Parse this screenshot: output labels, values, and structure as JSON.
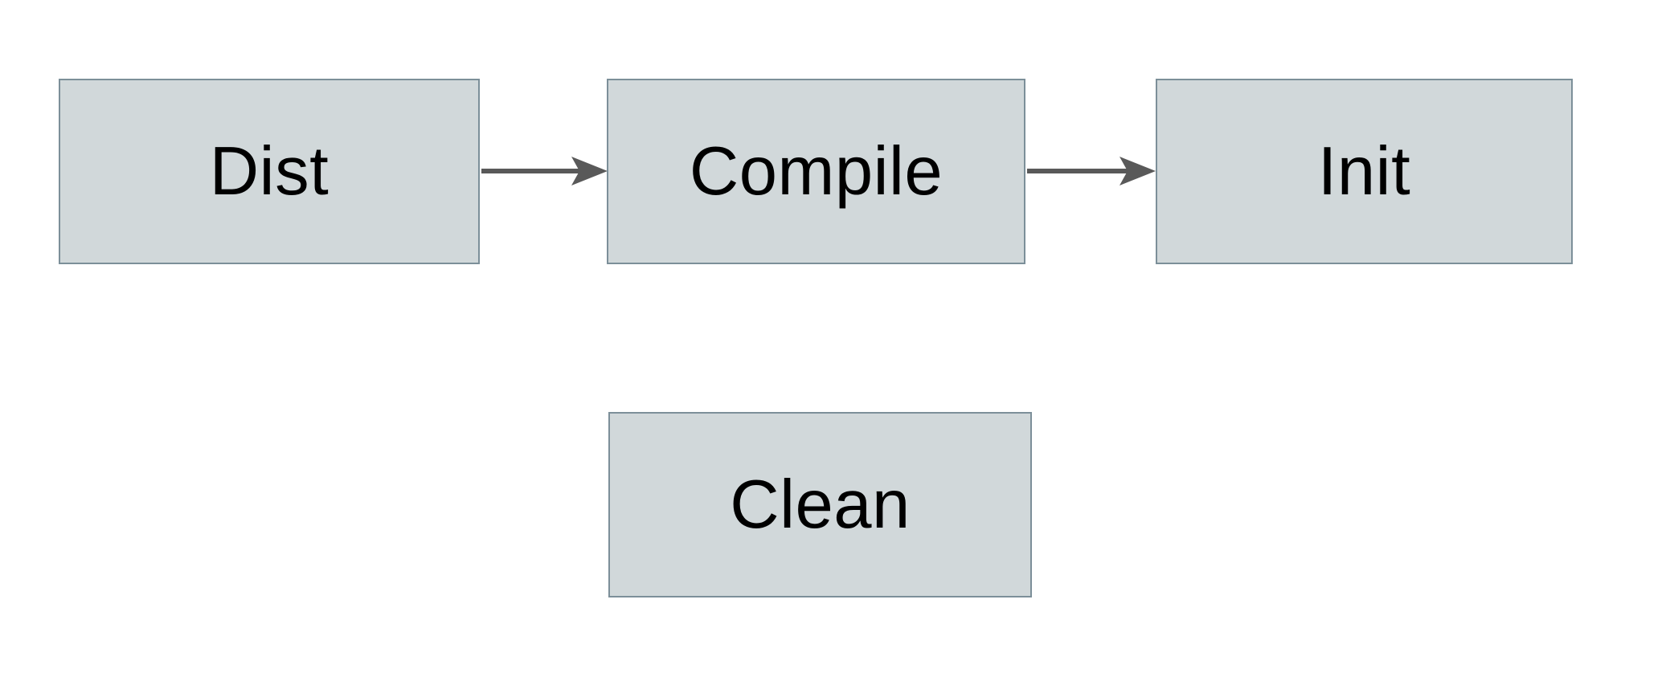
{
  "diagram": {
    "nodes": [
      {
        "id": "dist",
        "label": "Dist"
      },
      {
        "id": "compile",
        "label": "Compile"
      },
      {
        "id": "init",
        "label": "Init"
      },
      {
        "id": "clean",
        "label": "Clean"
      }
    ],
    "edges": [
      {
        "from": "dist",
        "to": "compile",
        "direction": "right"
      },
      {
        "from": "compile",
        "to": "init",
        "direction": "right"
      }
    ]
  },
  "colors": {
    "canvas_bg": "#ffffff",
    "node_fill": "#d1d8da",
    "node_border": "#7c8f99",
    "arrow": "#595959",
    "label_text": "#000000"
  }
}
